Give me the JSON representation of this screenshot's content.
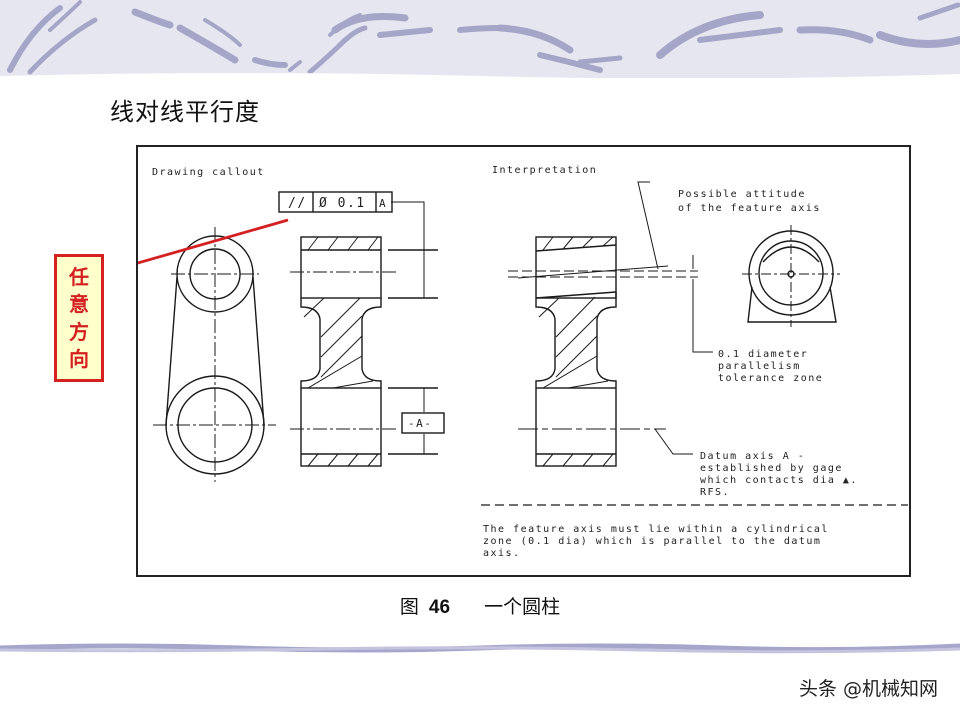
{
  "slide": {
    "title": "线对线平行度",
    "callout_chars": [
      "任",
      "意",
      "方",
      "向"
    ],
    "callout_label": "任意方向",
    "caption_prefix": "图",
    "caption_number": "46",
    "caption_text": "一个圆柱",
    "watermark": "头条 @机械知网"
  },
  "drawing": {
    "left_heading": "Drawing callout",
    "right_heading": "Interpretation",
    "feature_control_frame": {
      "symbol": "//",
      "tolerance": "Ø 0.1",
      "datum": "A"
    },
    "datum_label": "-A-",
    "annotation_attitude": [
      "Possible attitude",
      "of the feature axis"
    ],
    "annotation_zone": [
      "0.1 diameter",
      "parallelism",
      "tolerance zone"
    ],
    "annotation_datum": [
      "Datum axis A -",
      "established by gage",
      "which contacts dia ▲.",
      "RFS."
    ],
    "explanation": [
      "The feature axis must lie within a cylindrical",
      "zone (0.1 dia) which is parallel to the datum",
      "axis."
    ]
  },
  "colors": {
    "accent_red": "#d42020",
    "callout_fill": "#ffffcc",
    "header_band": "#e6e6f0",
    "stroke_purple": "#8a8ab4"
  }
}
